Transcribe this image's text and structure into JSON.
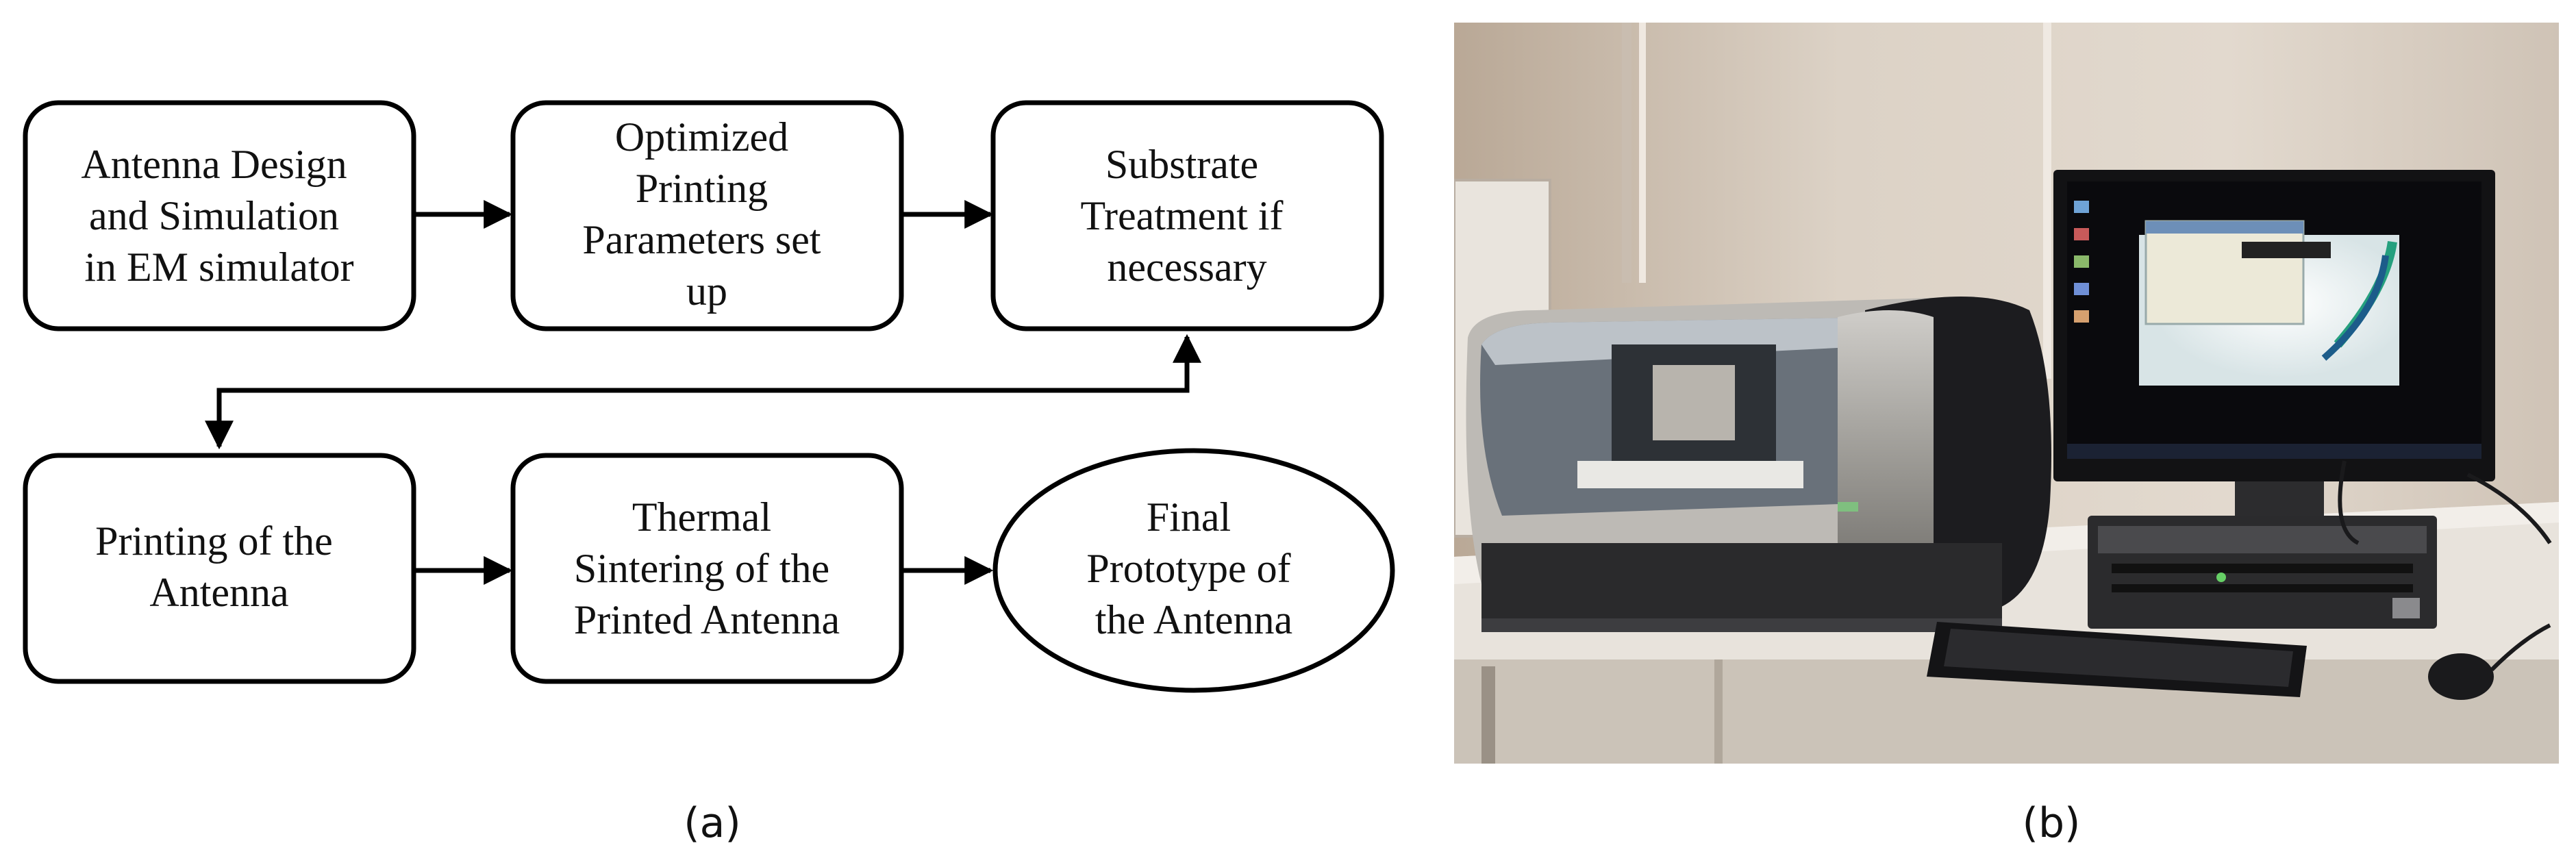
{
  "flowchart": {
    "nodes": [
      {
        "id": "design",
        "shape": "rounded-rect",
        "lines": [
          "Antenna Design",
          "and Simulation",
          "in EM simulator"
        ]
      },
      {
        "id": "params",
        "shape": "rounded-rect",
        "lines": [
          "Optimized",
          "Printing",
          "Parameters set",
          "up"
        ]
      },
      {
        "id": "substrate",
        "shape": "rounded-rect",
        "lines": [
          "Substrate",
          "Treatment if",
          "necessary"
        ]
      },
      {
        "id": "printing",
        "shape": "rounded-rect",
        "lines": [
          "Printing of the",
          "Antenna"
        ]
      },
      {
        "id": "sintering",
        "shape": "rounded-rect",
        "lines": [
          "Thermal",
          "Sintering of the",
          "Printed Antenna"
        ]
      },
      {
        "id": "final",
        "shape": "ellipse",
        "lines": [
          "Final",
          "Prototype of",
          "the Antenna"
        ]
      }
    ],
    "edges": [
      {
        "from": "design",
        "to": "params"
      },
      {
        "from": "params",
        "to": "substrate"
      },
      {
        "from": "substrate",
        "to": "printing"
      },
      {
        "from": "printing",
        "to": "sintering"
      },
      {
        "from": "sintering",
        "to": "final"
      }
    ]
  },
  "captions": {
    "left": "(a)",
    "right": "(b)"
  },
  "photo": {
    "subject": "inkjet printer and desktop computer",
    "colors": {
      "wall": "#d9cfc4",
      "desk": "#ece8e2",
      "printer_body": "#9c9a95",
      "printer_side": "#1b1b1d",
      "monitor": "#111111",
      "screen": "#0c0c10"
    }
  },
  "colors": {
    "stroke": "#000000",
    "background": "#ffffff"
  }
}
